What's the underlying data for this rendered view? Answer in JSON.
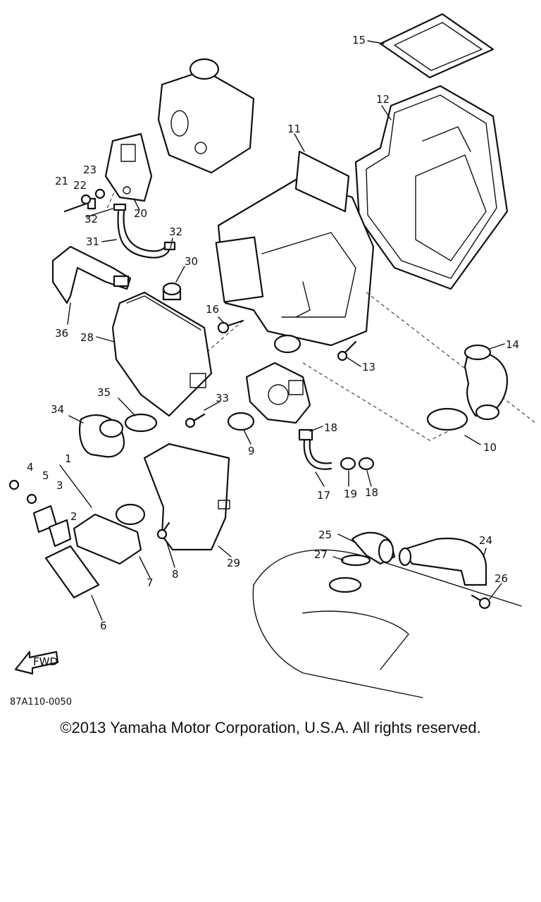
{
  "callouts": [
    {
      "id": "c1",
      "text": "1"
    },
    {
      "id": "c2",
      "text": "2"
    },
    {
      "id": "c3",
      "text": "3"
    },
    {
      "id": "c4",
      "text": "4"
    },
    {
      "id": "c5",
      "text": "5"
    },
    {
      "id": "c6",
      "text": "6"
    },
    {
      "id": "c7",
      "text": "7"
    },
    {
      "id": "c8",
      "text": "8"
    },
    {
      "id": "c9",
      "text": "9"
    },
    {
      "id": "c10",
      "text": "10"
    },
    {
      "id": "c11",
      "text": "11"
    },
    {
      "id": "c12",
      "text": "12"
    },
    {
      "id": "c13",
      "text": "13"
    },
    {
      "id": "c14",
      "text": "14"
    },
    {
      "id": "c15",
      "text": "15"
    },
    {
      "id": "c16",
      "text": "16"
    },
    {
      "id": "c17",
      "text": "17"
    },
    {
      "id": "c18a",
      "text": "18"
    },
    {
      "id": "c18b",
      "text": "18"
    },
    {
      "id": "c19",
      "text": "19"
    },
    {
      "id": "c20",
      "text": "20"
    },
    {
      "id": "c21",
      "text": "21"
    },
    {
      "id": "c22",
      "text": "22"
    },
    {
      "id": "c23",
      "text": "23"
    },
    {
      "id": "c24",
      "text": "24"
    },
    {
      "id": "c25",
      "text": "25"
    },
    {
      "id": "c26",
      "text": "26"
    },
    {
      "id": "c27",
      "text": "27"
    },
    {
      "id": "c28",
      "text": "28"
    },
    {
      "id": "c29",
      "text": "29"
    },
    {
      "id": "c30",
      "text": "30"
    },
    {
      "id": "c31",
      "text": "31"
    },
    {
      "id": "c32a",
      "text": "32"
    },
    {
      "id": "c32b",
      "text": "32"
    },
    {
      "id": "c33",
      "text": "33"
    },
    {
      "id": "c34",
      "text": "34"
    },
    {
      "id": "c35",
      "text": "35"
    },
    {
      "id": "c36",
      "text": "36"
    }
  ],
  "fwd_label": "FWD",
  "drawing_number": "87A110-0050",
  "copyright": "©2013 Yamaha Motor Corporation, U.S.A. All rights reserved."
}
